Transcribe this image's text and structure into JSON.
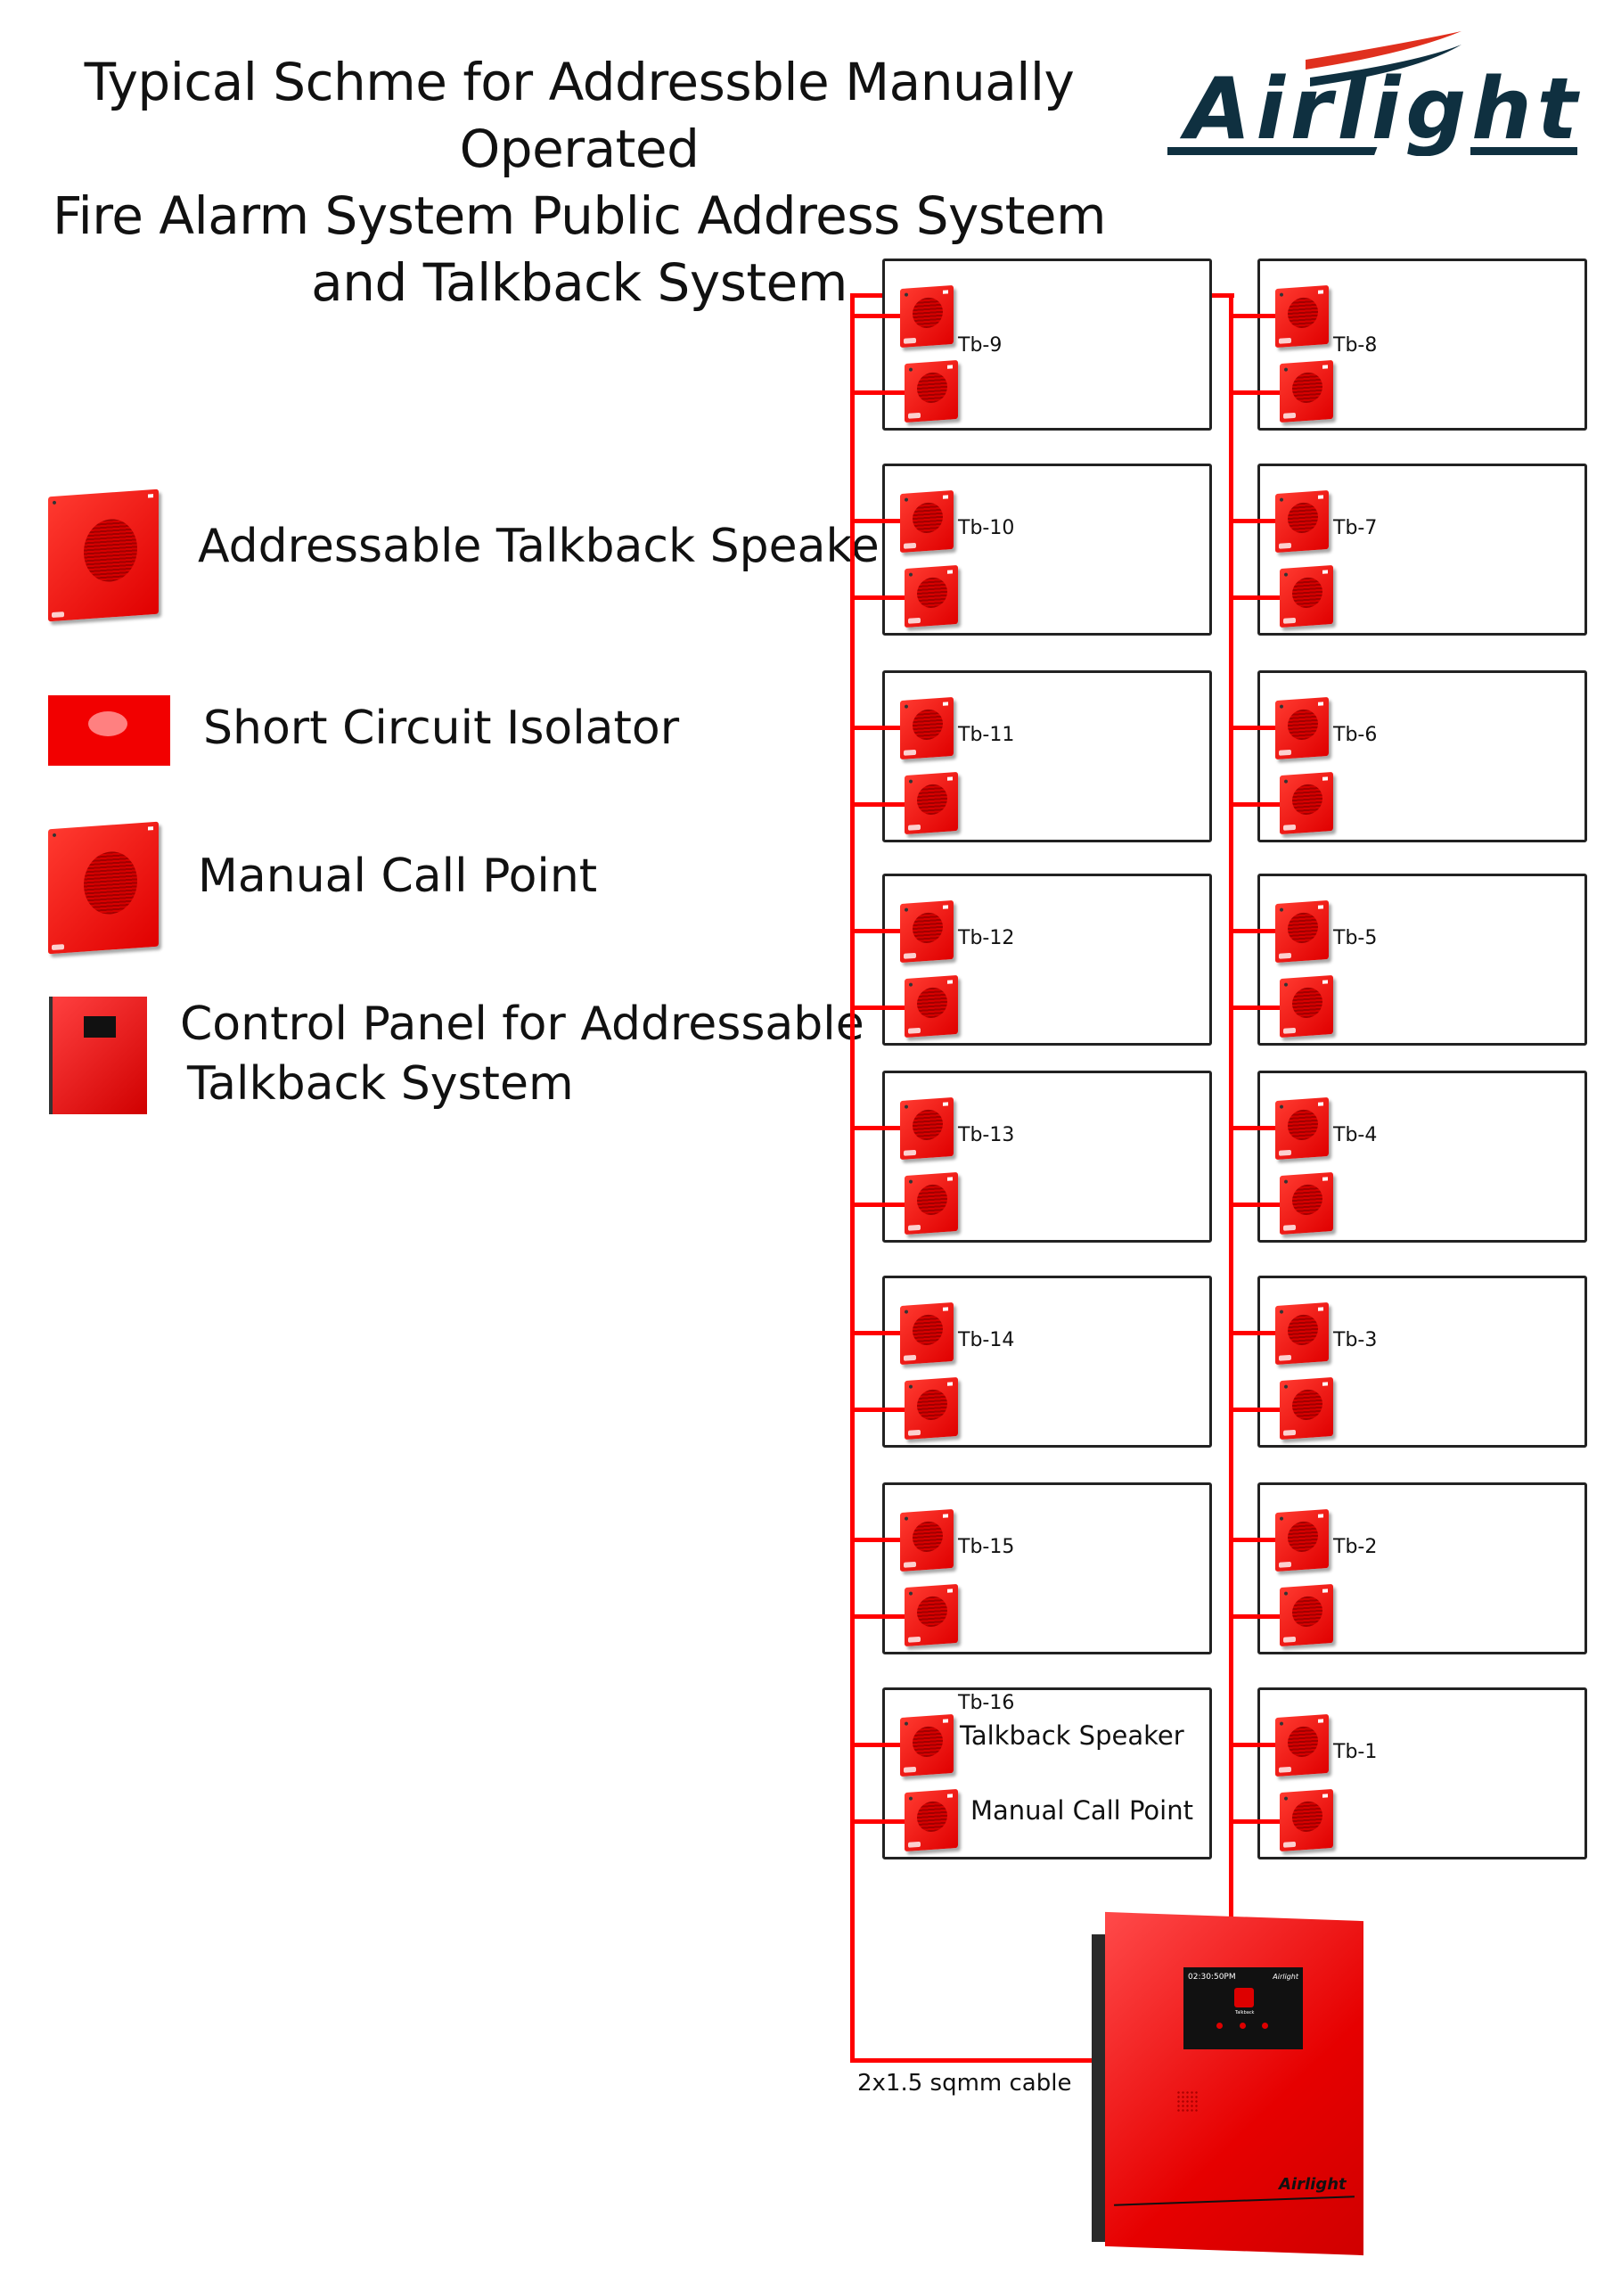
{
  "title": [
    "Typical Schme for Addressble Manually Operated",
    "Fire Alarm System Public Address System",
    "and Talkback System"
  ],
  "logo_text": "Airlight",
  "legend": {
    "speaker": "Addressable Talkback Speaker",
    "isolator": "Short Circuit Isolator",
    "mcp": "Manual Call Point",
    "panel_line1": "Control Panel for Addressable",
    "panel_line2": "Talkback System"
  },
  "left_boxes": [
    "Tb-9",
    "Tb-10",
    "Tb-11",
    "Tb-12",
    "Tb-13",
    "Tb-14",
    "Tb-15",
    "Tb-16"
  ],
  "right_boxes": [
    "Tb-8",
    "Tb-7",
    "Tb-6",
    "Tb-5",
    "Tb-4",
    "Tb-3",
    "Tb-2",
    "Tb-1"
  ],
  "box16": {
    "speaker_label": "Talkback Speaker",
    "mcp_label": "Manual Call Point"
  },
  "cable_label": "2x1.5 sqmm cable",
  "panel_screen": {
    "time": "02:30:50PM",
    "mode": "Talkback",
    "brand": "Airlight"
  },
  "colors": {
    "wire": "#ff0000",
    "logo_dark": "#0f3040",
    "logo_red": "#e0301e"
  }
}
